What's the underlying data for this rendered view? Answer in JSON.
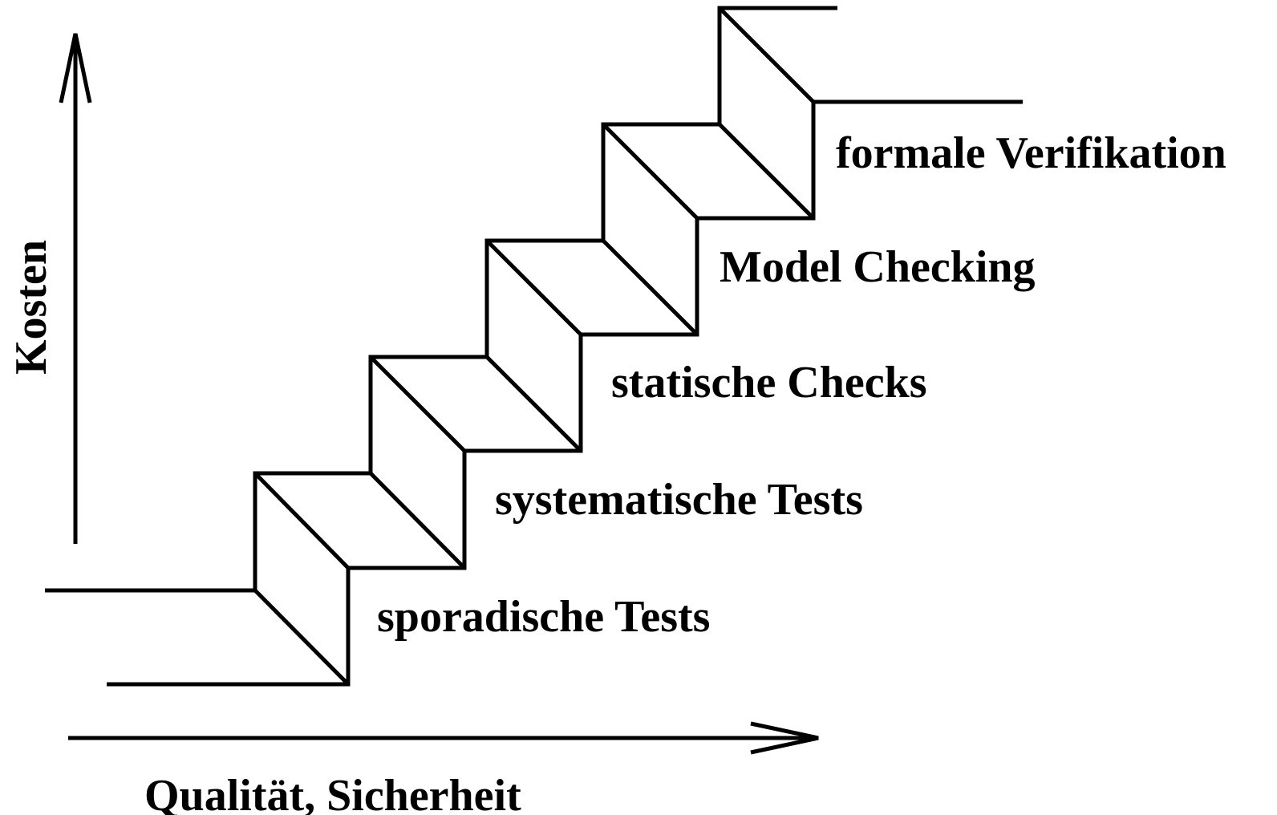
{
  "axes": {
    "y_label": "Kosten",
    "x_label": "Qualität, Sicherheit"
  },
  "steps": [
    {
      "label": "sporadische Tests"
    },
    {
      "label": "systematische Tests"
    },
    {
      "label": "statische Checks"
    },
    {
      "label": "Model Checking"
    },
    {
      "label": "formale Verifikation"
    }
  ],
  "colors": {
    "line": "#000000",
    "background": "#ffffff"
  }
}
